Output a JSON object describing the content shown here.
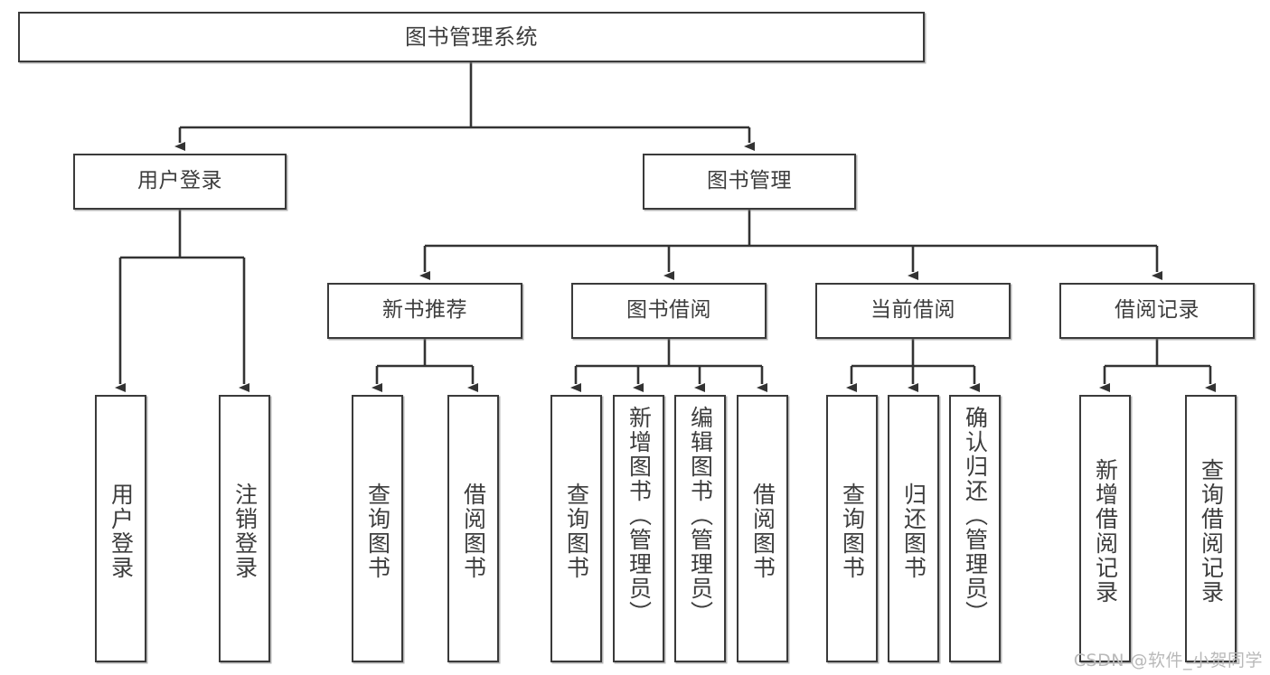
{
  "diagram": {
    "title": "图书管理系统",
    "type": "tree-hierarchy-diagram",
    "watermark": "CSDN @软件_小贺同学",
    "colors": {
      "background": "#ffffff",
      "box_border": "#3a3a3a",
      "box_fill": "#ffffff",
      "text": "#3d3d3d",
      "connector": "#333333",
      "watermark": "#b9b9b9"
    },
    "root": {
      "label": "图书管理系统"
    },
    "level2": [
      {
        "label": "用户登录"
      },
      {
        "label": "图书管理"
      }
    ],
    "level3": [
      {
        "label": "新书推荐"
      },
      {
        "label": "图书借阅"
      },
      {
        "label": "当前借阅"
      },
      {
        "label": "借阅记录"
      }
    ],
    "leaves": {
      "user_login": [
        {
          "label": "用户登录"
        },
        {
          "label": "注销登录"
        }
      ],
      "new_book_recommend": [
        {
          "label": "查询图书"
        },
        {
          "label": "借阅图书"
        }
      ],
      "book_borrow": [
        {
          "label": "查询图书"
        },
        {
          "label": "新增图书（管理员）"
        },
        {
          "label": "编辑图书（管理员）"
        },
        {
          "label": "借阅图书"
        }
      ],
      "current_borrow": [
        {
          "label": "查询图书"
        },
        {
          "label": "归还图书"
        },
        {
          "label": "确认归还（管理员）"
        }
      ],
      "borrow_record": [
        {
          "label": "新增借阅记录"
        },
        {
          "label": "查询借阅记录"
        }
      ]
    }
  }
}
